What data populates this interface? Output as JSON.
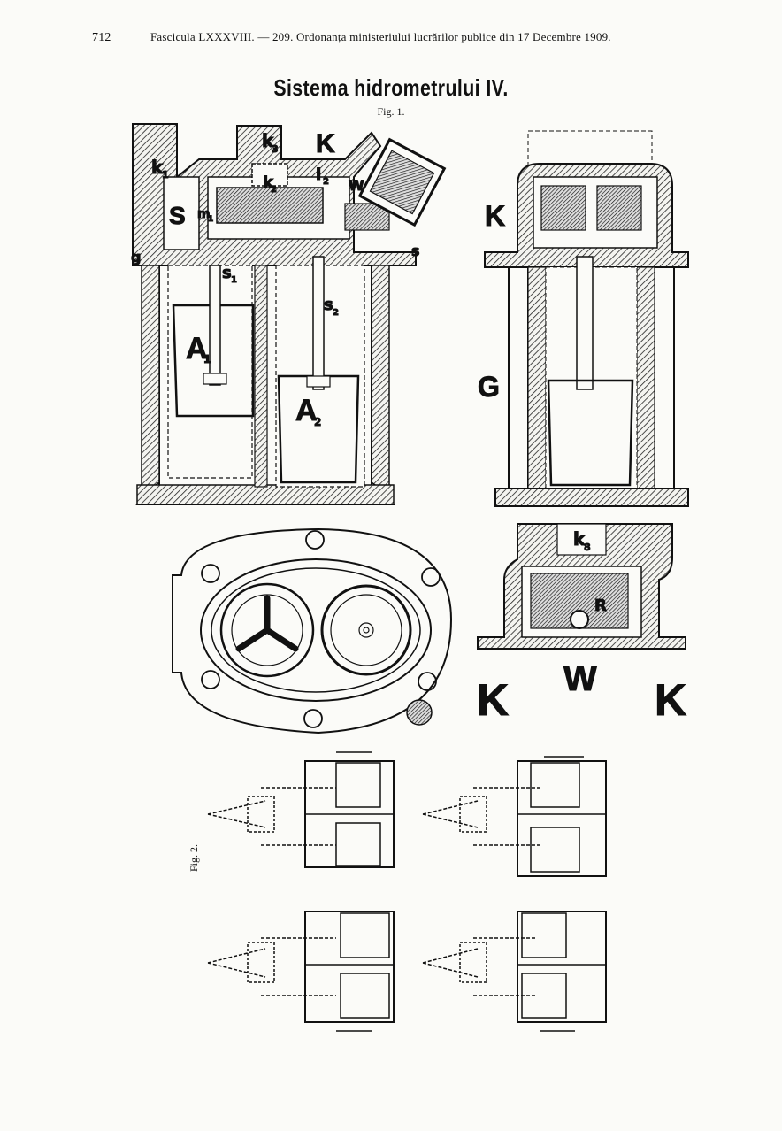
{
  "header": {
    "page_number": "712",
    "running_title": "Fascicula LXXXVIII. — 209. Ordonanța ministeriului lucrărilor publice din 17 Decembre 1909."
  },
  "plate": {
    "title": "Sistema hidrometrului IV.",
    "fig1_caption": "Fig. 1.",
    "fig2_caption": "Fig. 2."
  },
  "labels": {
    "k1": "k",
    "k1_sub": "1",
    "k3": "k",
    "k3_sub": "3",
    "K_top": "K",
    "k2": "k",
    "k2_sub": "2",
    "l2": "l",
    "l2_sub": "2",
    "W": "W",
    "S": "S",
    "m1": "m",
    "m1_sub": "1",
    "g": "g",
    "s": "s",
    "s1": "s",
    "s1_sub": "1",
    "s2": "s",
    "s2_sub": "2",
    "A1": "A",
    "A1_sub": "1",
    "A2": "A",
    "A2_sub": "2",
    "K_side": "K",
    "G": "G",
    "k8": "k",
    "k8_sub": "8",
    "R": "R",
    "K_left": "K",
    "W_bottom": "W",
    "K_right": "K"
  }
}
